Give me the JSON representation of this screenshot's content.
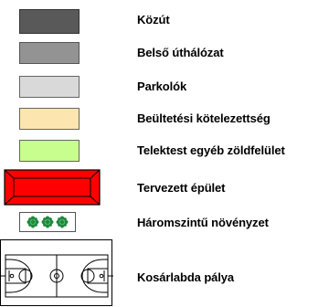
{
  "legend": {
    "items": [
      {
        "id": "kozut",
        "label": "Közút",
        "fill": "#595959",
        "border": "#333333",
        "kind": "box"
      },
      {
        "id": "belso",
        "label": "Belső úthálózat",
        "fill": "#939393",
        "border": "#555555",
        "kind": "box"
      },
      {
        "id": "parkolok",
        "label": "Parkolók",
        "fill": "#d9d9d9",
        "border": "#666666",
        "kind": "box"
      },
      {
        "id": "beultetesi",
        "label": "Beültetési kötelezettség",
        "fill": "#fde5b0",
        "border": "#666666",
        "kind": "box"
      },
      {
        "id": "zold",
        "label": "Telektest egyéb zöldfelület",
        "fill": "#c7fe8e",
        "border": "#666666",
        "kind": "box"
      },
      {
        "id": "epulet",
        "label": "Tervezett épület",
        "fill": "#ff0000",
        "border": "#000000",
        "kind": "building"
      },
      {
        "id": "novenyzet",
        "label": "Háromszintű növényzet",
        "fill": "#ffffff",
        "border": "#000000",
        "kind": "plants",
        "plant_color": "#1d8a3a"
      },
      {
        "id": "kosarlabda",
        "label": "Kosárlabda pálya",
        "fill": "#ffffff",
        "border": "#000000",
        "kind": "court"
      }
    ]
  }
}
